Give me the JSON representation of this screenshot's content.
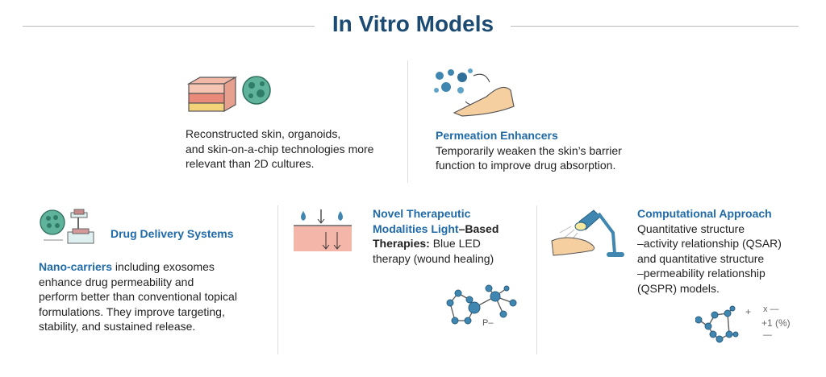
{
  "title": "In Vitro Models",
  "sections": {
    "models": {
      "text_lines": [
        "Reconstructed skin, organoids,",
        "and skin-on-a-chip technologies more",
        "relevant than 2D cultures."
      ]
    },
    "permeation": {
      "heading": "Permeation Enhancers",
      "text_lines": [
        "Temporarily weaken the skin’s barrier",
        "function to improve drug absorption."
      ]
    },
    "drug_delivery": {
      "heading": "Drug Delivery Systems",
      "lead": "Nano-carriers",
      "text_first": " including exosomes",
      "text_lines": [
        "enhance drug permeability and",
        "perform better than conventional topical",
        "formulations. They improve targeting,",
        "stability, and sustained release."
      ]
    },
    "novel": {
      "heading_line1": "Novel Therapeutic",
      "heading_line2": "Modalities Light",
      "bold_suffix": "–Based",
      "bold_line3": "Therapies:",
      "text_line3": " Blue LED",
      "text_line4": "therapy (wound healing)",
      "molecule_label": "P–"
    },
    "computational": {
      "heading": "Computational Approach",
      "text_lines": [
        "Quantitative structure",
        "–activity relationship (QSAR)",
        "and quantitative structure",
        "–permeability relationship",
        "(QSPR) models."
      ],
      "formula": {
        "plus": "+",
        "x": "x —",
        "expr": "+1 (%)",
        "bar": "—"
      }
    }
  }
}
